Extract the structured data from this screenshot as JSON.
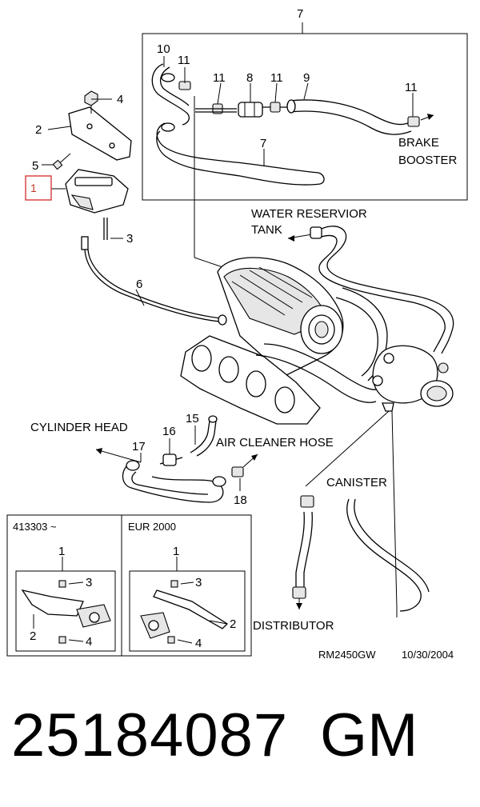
{
  "callouts": {
    "c1": "1",
    "c2": "2",
    "c3": "3",
    "c4": "4",
    "c5": "5",
    "c6": "6",
    "c7": "7",
    "c8": "8",
    "c9": "9",
    "c10": "10",
    "c11": "11",
    "c15": "15",
    "c16": "16",
    "c17": "17",
    "c18": "18"
  },
  "labels": {
    "brake_booster_1": "BRAKE",
    "brake_booster_2": "BOOSTER",
    "water_reservoir_1": "WATER RESERVIOR",
    "water_reservoir_2": "TANK",
    "cylinder_head": "CYLINDER HEAD",
    "air_cleaner_hose": "AIR CLEANER HOSE",
    "canister": "CANISTER",
    "distributor": "DISTRIBUTOR"
  },
  "inset_left": {
    "title": "413303 ~"
  },
  "inset_right": {
    "title": "EUR 2000"
  },
  "footer": {
    "code": "RM2450GW",
    "date": "10/30/2004"
  },
  "product": {
    "part_number": "25184087",
    "brand": "GM"
  },
  "colors": {
    "highlight": "#d9383a",
    "ink": "#000000"
  }
}
